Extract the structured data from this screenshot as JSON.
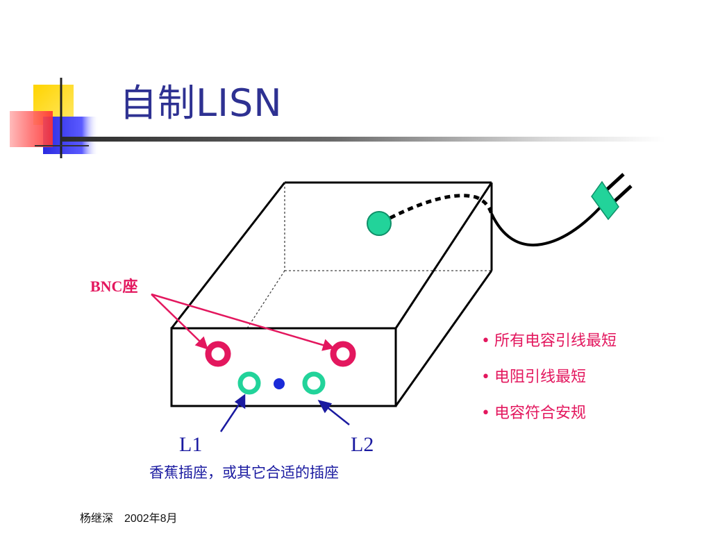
{
  "slide": {
    "title": "自制LISN"
  },
  "diagram": {
    "bnc_label": "BNC座",
    "l1_label": "L1",
    "l2_label": "L2",
    "caption": "香蕉插座，或其它合适的插座"
  },
  "bullets": [
    "所有电容引线最短",
    "电阻引线最短",
    "电容符合安规"
  ],
  "footer": {
    "author": "杨继深",
    "date": "2002年8月"
  },
  "colors": {
    "title": "#2e3192",
    "accent_red": "#e3175e",
    "accent_blue": "#1a1aa0",
    "connector_green": "#22d39a"
  },
  "icons": {
    "bnc_connectors": "bnc-connector-icon",
    "banana_sockets": "banana-socket-icon",
    "ground_terminal": "ground-dot-icon",
    "power_plug": "power-plug-icon"
  }
}
